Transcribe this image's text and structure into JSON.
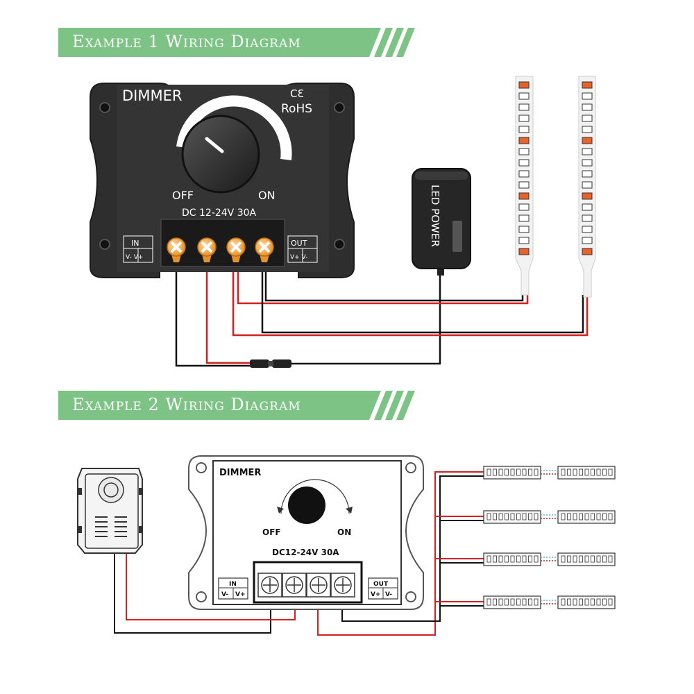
{
  "banners": {
    "example1": "Example 1 Wiring Diagram",
    "example2": "Example 2 Wiring Diagram"
  },
  "example1": {
    "device_label": "DIMMER",
    "ce_mark": "CƐ",
    "rohs": "RoHS",
    "off_label": "OFF",
    "on_label": "ON",
    "rating": "DC 12-24V 30A",
    "in_label": "IN",
    "in_terminals": "V- V+",
    "out_label": "OUT",
    "out_terminals": "V+ V-",
    "power_label": "LED POWER"
  },
  "example2": {
    "device_label": "DIMMER",
    "off_label": "OFF",
    "on_label": "ON",
    "rating": "DC12-24V 30A",
    "in_label": "IN",
    "in_minus": "V-",
    "in_plus": "V+",
    "out_label": "OUT",
    "out_plus": "V+",
    "out_minus": "V-"
  },
  "colors": {
    "banner_green": "#7dc386",
    "device_black": "#2e2e2e",
    "terminal_orange": "#f0a43a",
    "wire_red": "#d42020",
    "wire_black": "#111111",
    "strip_white": "#f2f2f2",
    "led_orange": "#e8632a"
  }
}
